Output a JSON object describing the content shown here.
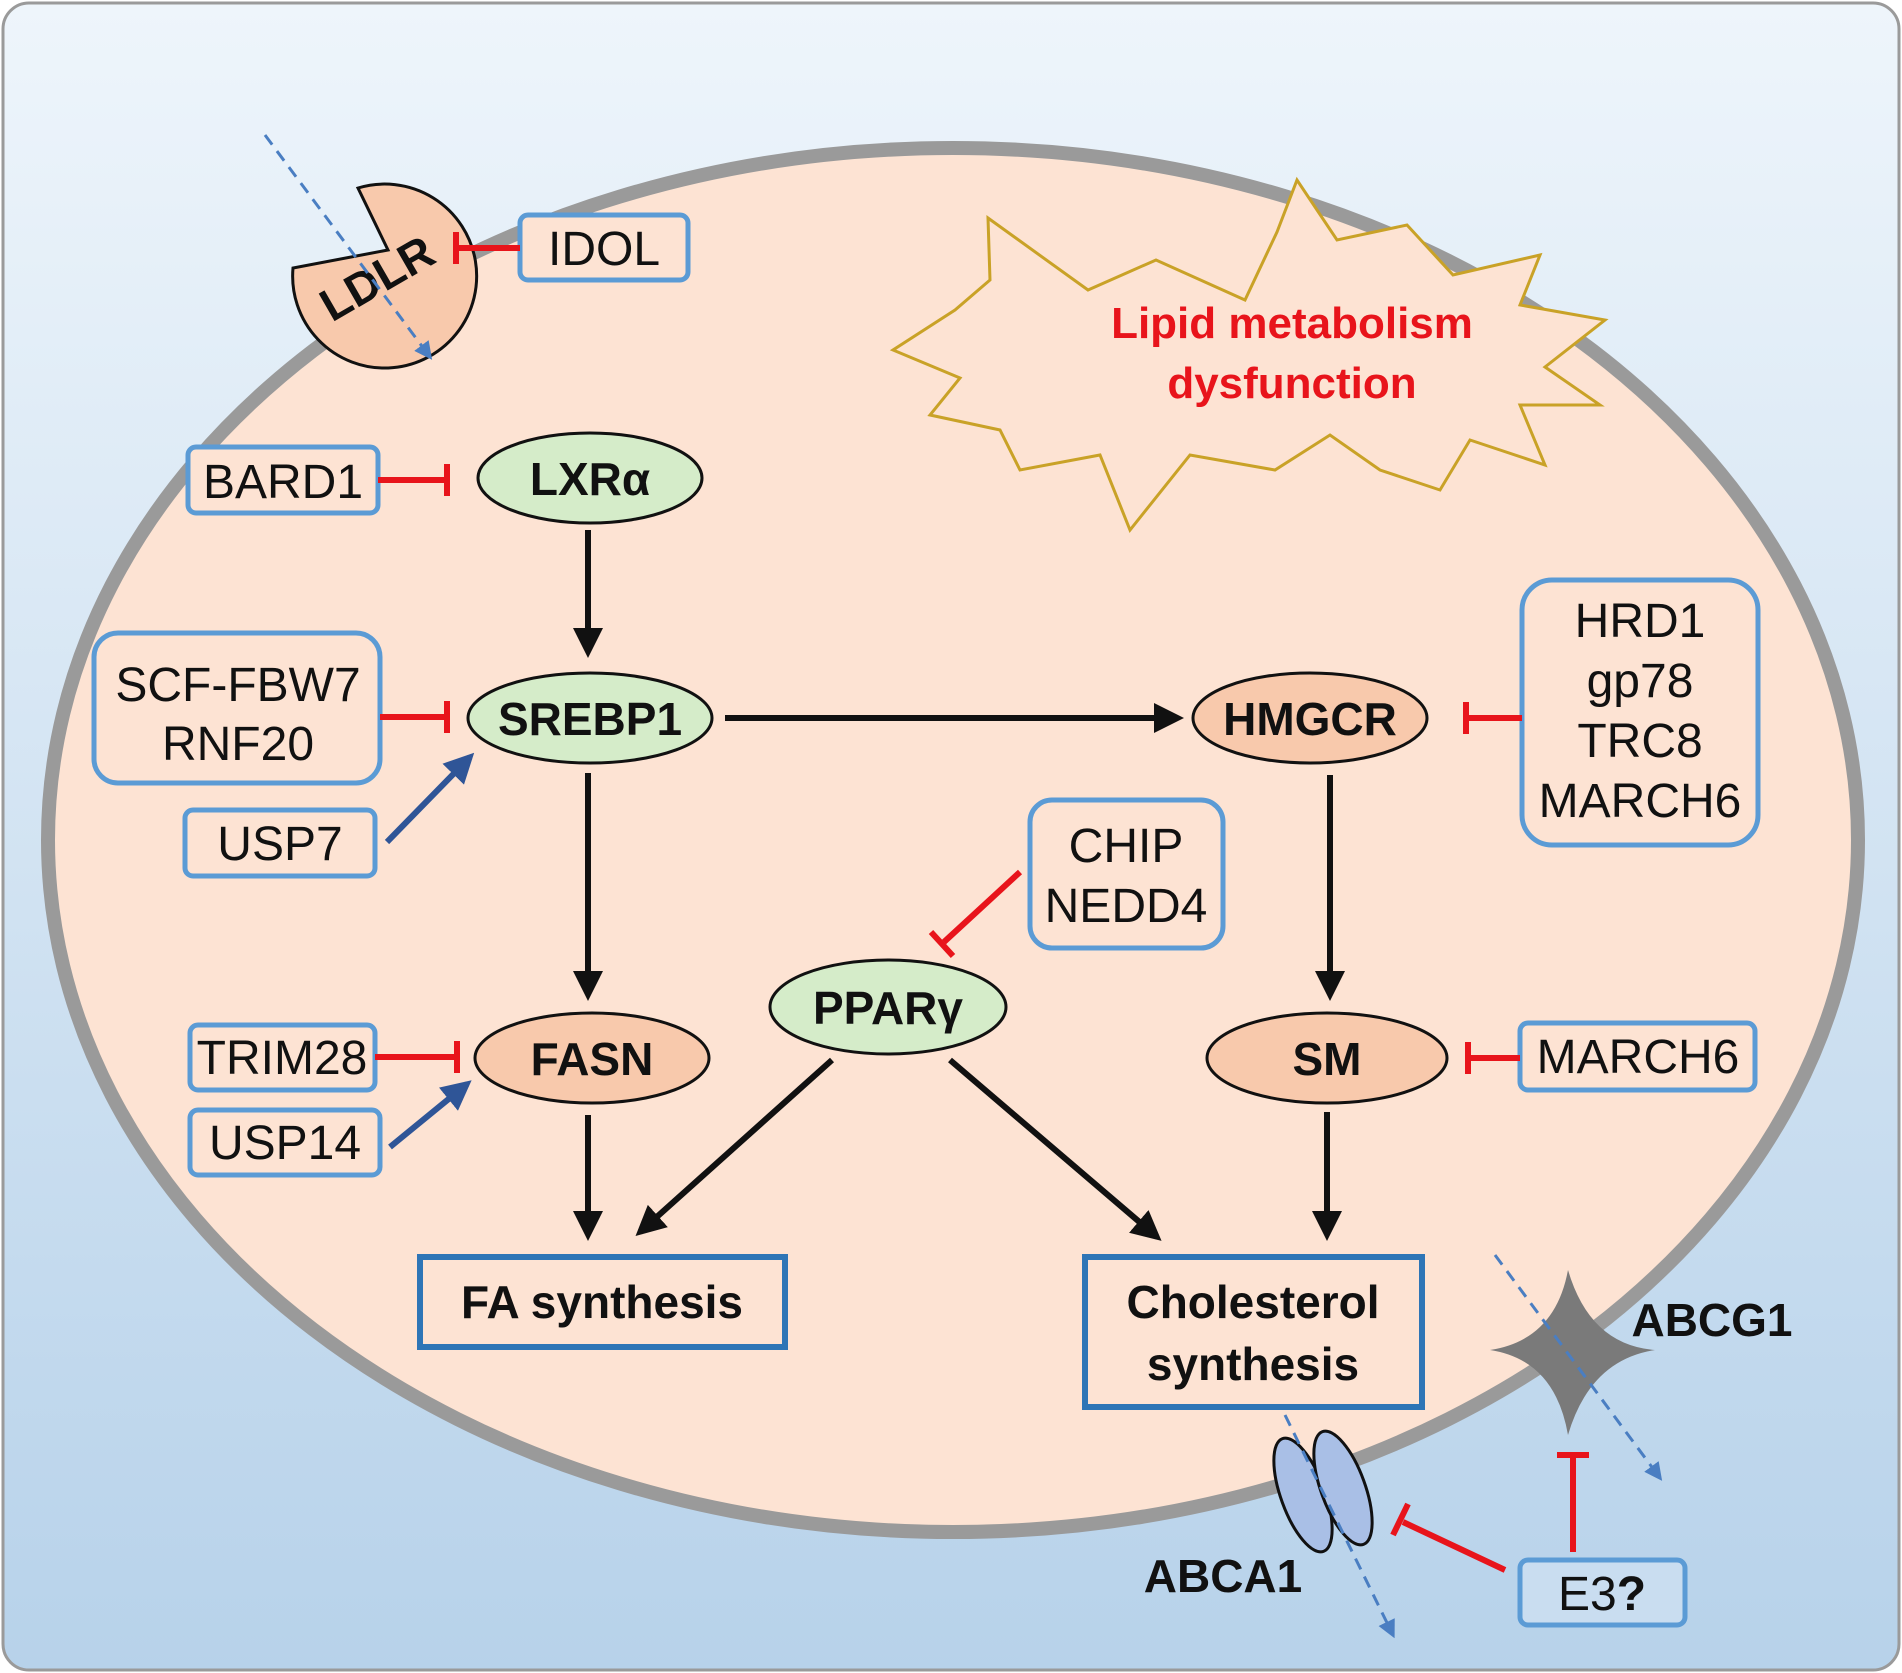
{
  "title": {
    "line1": "Lipid metabolism",
    "line2": "dysfunction"
  },
  "nodes": {
    "ldlr": "LDLR",
    "lxra": "LXRα",
    "srebp1": "SREBP1",
    "hmgcr": "HMGCR",
    "fasn": "FASN",
    "ppary": "PPARγ",
    "sm": "SM",
    "fa_synthesis": "FA synthesis",
    "cholesterol_synthesis": {
      "line1": "Cholesterol",
      "line2": "synthesis"
    },
    "abca1": "ABCA1",
    "abcg1": "ABCG1"
  },
  "regulators": {
    "idol": "IDOL",
    "bard1": "BARD1",
    "scf_fbw7": "SCF-FBW7",
    "rnf20": "RNF20",
    "usp7": "USP7",
    "hrd1": "HRD1",
    "gp78": "gp78",
    "trc8": "TRC8",
    "march6_hmgcr": "MARCH6",
    "chip": "CHIP",
    "nedd4": "NEDD4",
    "trim28": "TRIM28",
    "usp14": "USP14",
    "march6_sm": "MARCH6",
    "e3": "E3",
    "e3_q": "?"
  },
  "colors": {
    "cell_fill": "#fde3d3",
    "membrane": "#9a9a9a",
    "green_node": "#d5ecc9",
    "orange_node": "#f8c9ac",
    "box_border": "#5b9bd5",
    "product_border": "#2e75b6",
    "inhibition": "#e8141b",
    "promotion": "#2f5597",
    "title_red": "#e8141b",
    "burst_stroke": "#c9a227"
  }
}
